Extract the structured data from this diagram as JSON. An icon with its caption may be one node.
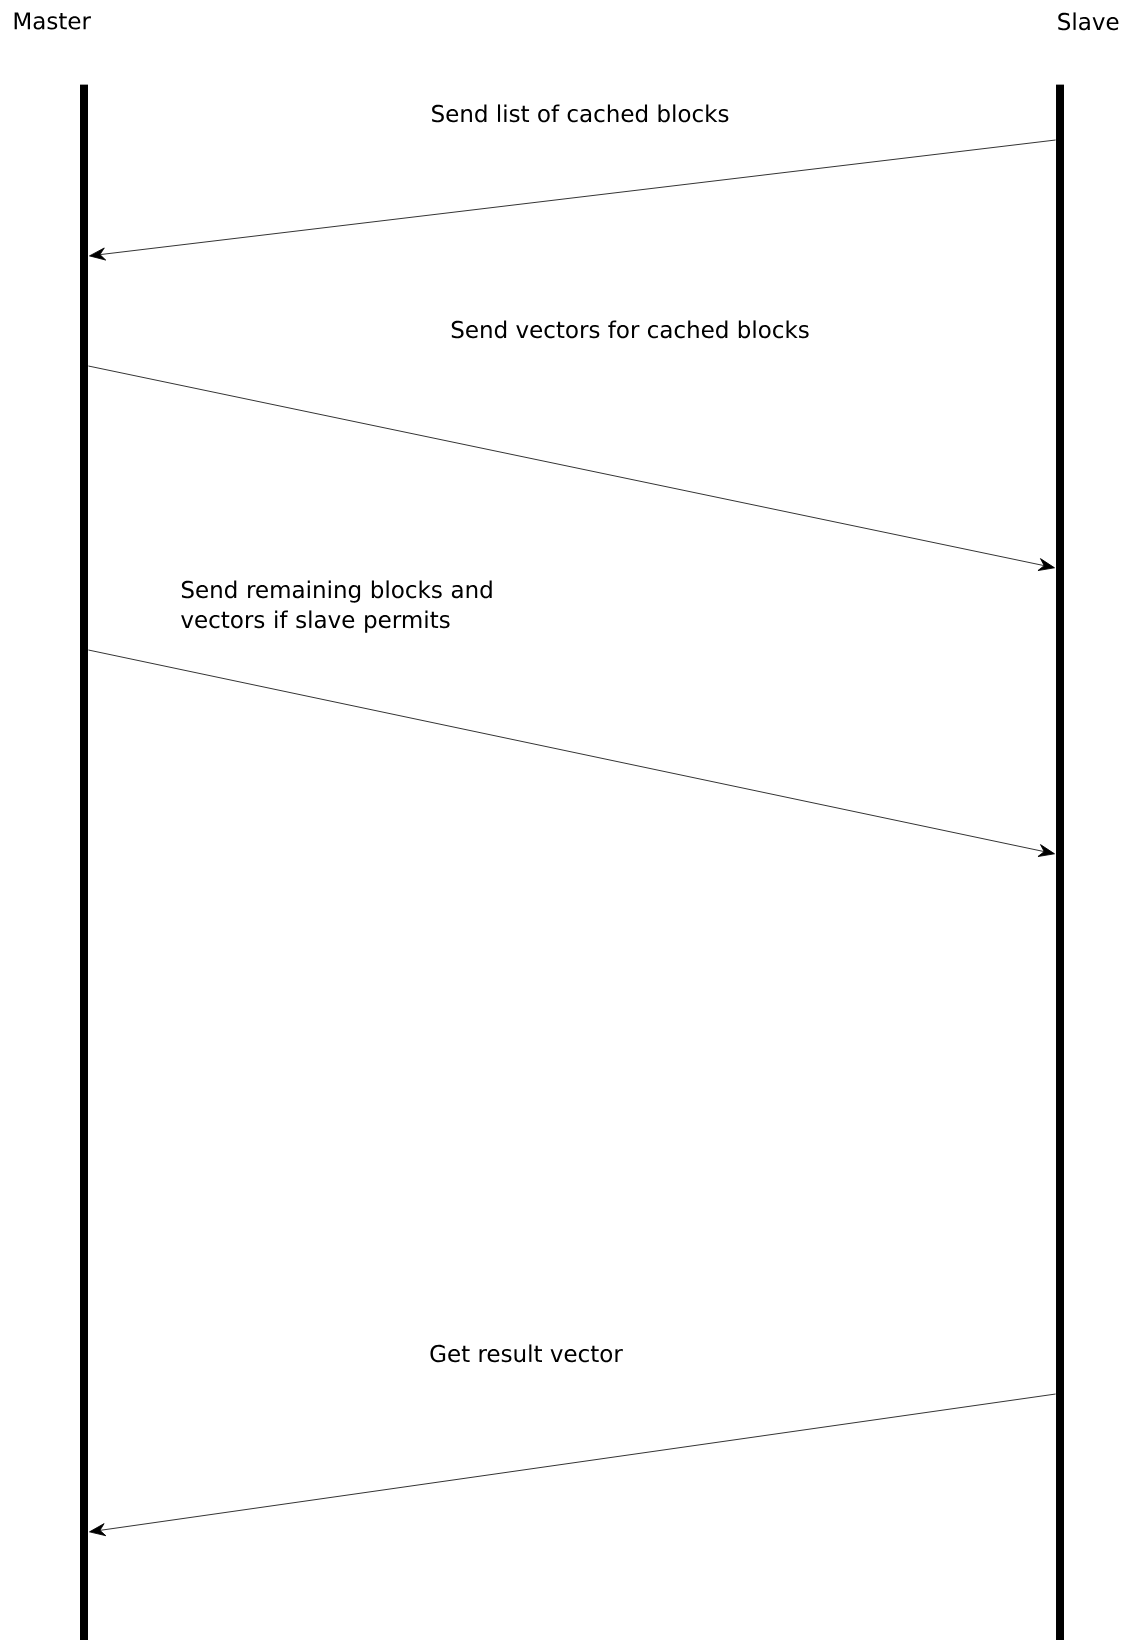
{
  "diagram": {
    "nodes": [
      {
        "text": [
          "Master"
        ]
      },
      {
        "text": [
          "Slave"
        ]
      }
    ],
    "edges": [
      {
        "from": 1,
        "to": 0,
        "arrow": "to",
        "label": "Send list of cached blocks"
      },
      {
        "from": 0,
        "to": 1,
        "arrow": "to",
        "label": "Send vectors for cached blocks"
      },
      {
        "from": 0,
        "to": 1,
        "arrow": "to",
        "label": "Send remaining blocks and vectors if slave permits"
      },
      {
        "from": 1,
        "to": 0,
        "arrow": "to",
        "label": "Get result vector"
      }
    ]
  }
}
